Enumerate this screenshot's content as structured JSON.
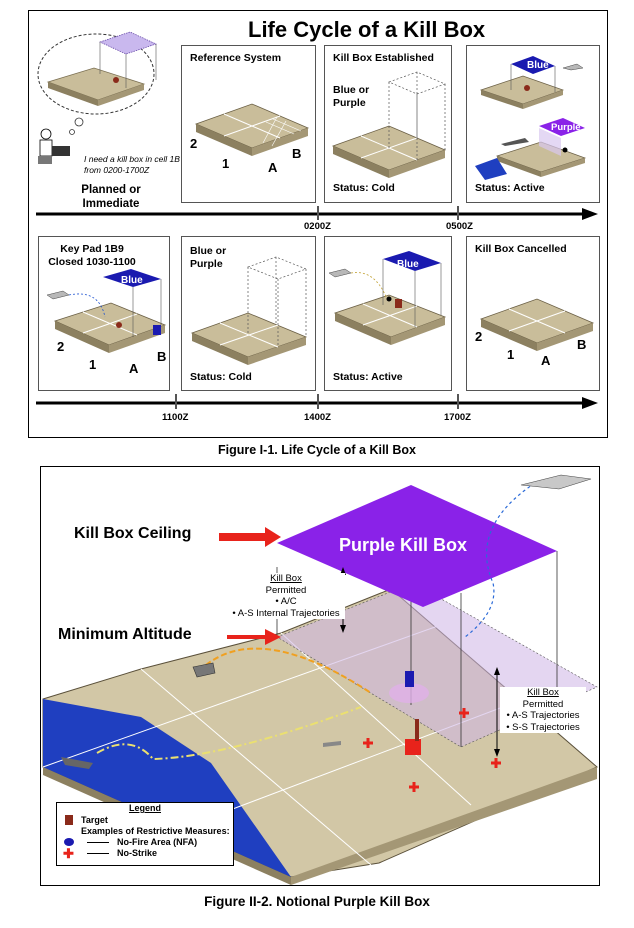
{
  "figure1": {
    "title": "Life Cycle of a Kill Box",
    "caption": "Figure I-1. Life Cycle of a Kill Box",
    "request": {
      "speech": "I need a kill box in cell 1B from 0200-1700Z",
      "label": "Planned or Immediate"
    },
    "panels_top": [
      {
        "title": "Reference System",
        "status": ""
      },
      {
        "title": "Kill Box Established",
        "subtitle": "Blue or Purple",
        "status": "Status: Cold"
      },
      {
        "title": "",
        "status": "Status: Active",
        "box_labels": [
          "Blue",
          "Purple"
        ]
      }
    ],
    "panels_bottom": [
      {
        "title": "Key Pad 1B9 Closed 1030-1100",
        "box_label": "Blue",
        "status": ""
      },
      {
        "title": "Blue or Purple",
        "status": "Status: Cold"
      },
      {
        "title": "",
        "box_label": "Blue",
        "status": "Status: Active"
      },
      {
        "title": "Kill Box Cancelled",
        "status": ""
      }
    ],
    "grid_labels": {
      "row": "2",
      "col1": "1",
      "colA": "A",
      "colB": "B",
      "keypad": "9"
    },
    "timeline_top": [
      "0200Z",
      "0500Z"
    ],
    "timeline_bottom": [
      "1100Z",
      "1400Z",
      "1700Z"
    ]
  },
  "figure2": {
    "caption": "Figure II-2. Notional Purple Kill Box",
    "box_label": "Purple Kill Box",
    "ceiling_label": "Kill Box Ceiling",
    "min_alt_label": "Minimum Altitude",
    "upper_note": {
      "title": "Kill Box",
      "line1": "Permitted",
      "line2": "• A/C",
      "line3": "• A-S Internal Trajectories"
    },
    "lower_note": {
      "title": "Kill Box",
      "line1": "Permitted",
      "line2": "• A-S Trajectories",
      "line3": "• S-S Trajectories"
    },
    "legend": {
      "title": "Legend",
      "target": "Target",
      "examples": "Examples of Restrictive Measures:",
      "nfa": "No-Fire Area (NFA)",
      "nostrike": "No-Strike"
    }
  },
  "colors": {
    "blue": "#1a1ab0",
    "purple": "#8a22e8",
    "terrain": "#c9bd9a",
    "water": "#1f3fc0",
    "red": "#e8231b"
  }
}
